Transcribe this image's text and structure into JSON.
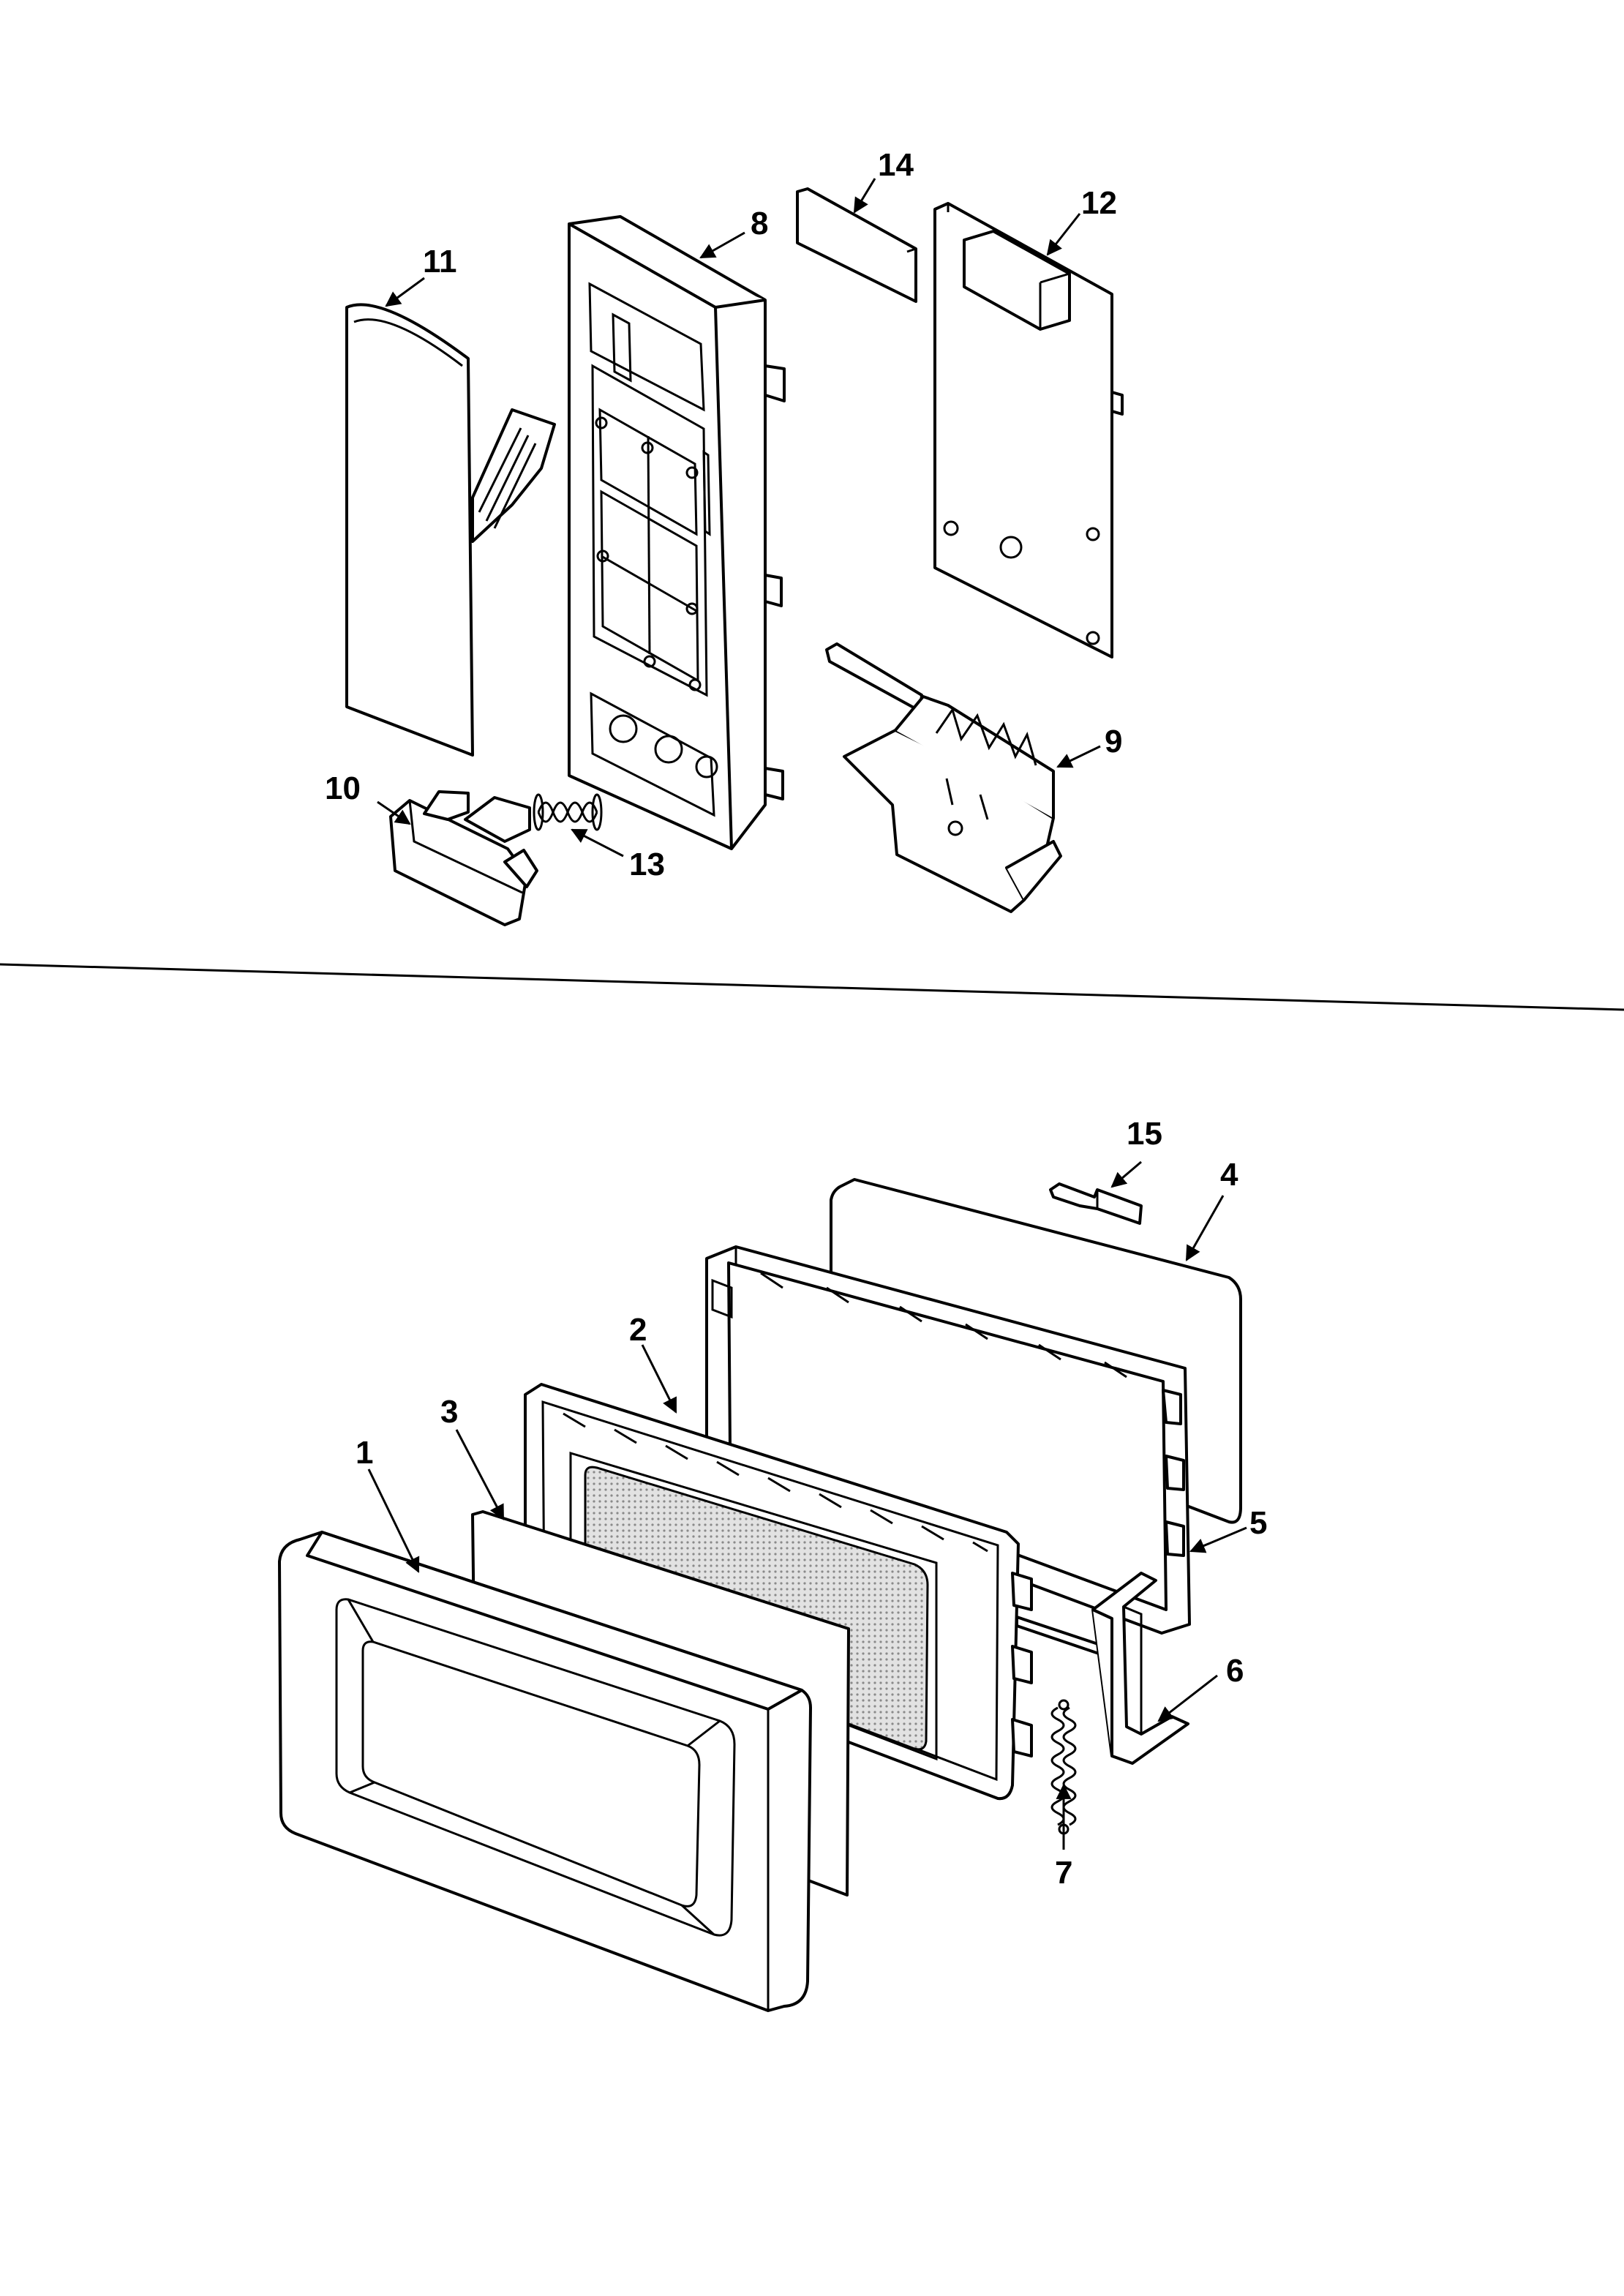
{
  "callouts": {
    "c1": "1",
    "c2": "2",
    "c3": "3",
    "c4": "4",
    "c5": "5",
    "c6": "6",
    "c7": "7",
    "c8": "8",
    "c9": "9",
    "c10": "10",
    "c11": "11",
    "c12": "12",
    "c13": "13",
    "c14": "14",
    "c15": "15"
  },
  "colors": {
    "ink": "#000000",
    "paper": "#ffffff",
    "mesh": "#bdbdbd"
  }
}
